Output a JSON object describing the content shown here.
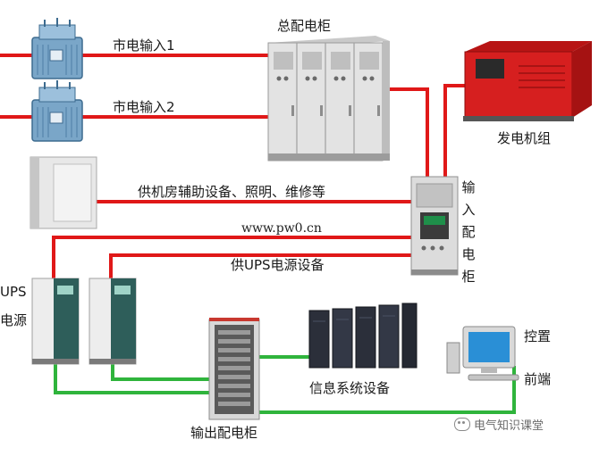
{
  "diagram": {
    "colors": {
      "mains_line": "#e01818",
      "output_line": "#2fb43c",
      "cabinet_body": "#dcdcdc",
      "generator": "#d61f1f"
    },
    "labels": {
      "main_cabinet": "总配电柜",
      "mains_input_1": "市电输入1",
      "mains_input_2": "市电输入2",
      "generator_set": "发电机组",
      "aux_supply": "供机房辅助设备、照明、维修等",
      "website": "www.pw0.cn",
      "ups_supply": "供UPS电源设备",
      "input_cabinet_vertical": [
        "输",
        "入",
        "配",
        "电",
        "柜"
      ],
      "ups_power_line1": "UPS",
      "ups_power_line2": "电源",
      "output_cabinet": "输出配电柜",
      "it_equipment": "信息系统设备",
      "control_line1": "控置",
      "control_line2": "前端",
      "watermark": "电气知识课堂"
    },
    "icons": [
      "transformer-icon",
      "distribution-cabinet-icon",
      "generator-icon",
      "air-conditioner-icon",
      "ups-icon",
      "server-rack-icon",
      "computer-icon"
    ]
  }
}
